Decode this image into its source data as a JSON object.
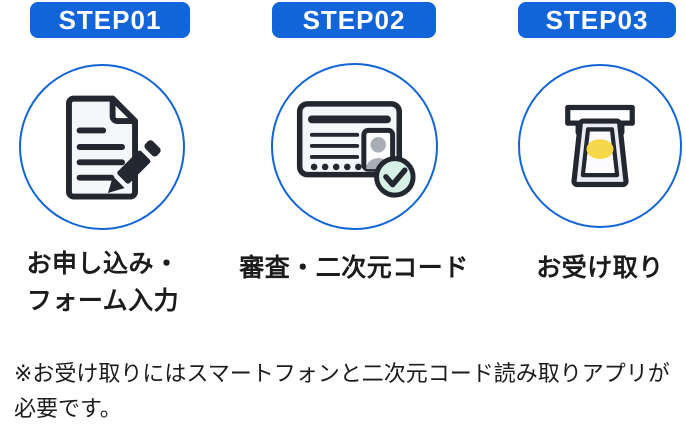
{
  "steps": [
    {
      "badge": "STEP01",
      "caption": "お申し込み・\nフォーム入力",
      "icon": "document-pencil-icon"
    },
    {
      "badge": "STEP02",
      "caption": "審査・二次元コード",
      "icon": "id-card-check-icon"
    },
    {
      "badge": "STEP03",
      "caption": "お受け取り",
      "icon": "atm-card-slot-icon"
    }
  ],
  "note": "※お受け取りにはスマートフォンと二次元コード読み取りアプリが\n必要です。",
  "colors": {
    "accent_blue": "#1165d8",
    "text_dark": "#1c1c1c",
    "icon_stroke": "#23272f",
    "paper_fill": "#f5f6fa",
    "check_mint": "#d6f0e6",
    "photo_gray": "#a9aeb6",
    "chip_yellow": "#f6d74a",
    "card_fill": "#e9ecf5"
  }
}
